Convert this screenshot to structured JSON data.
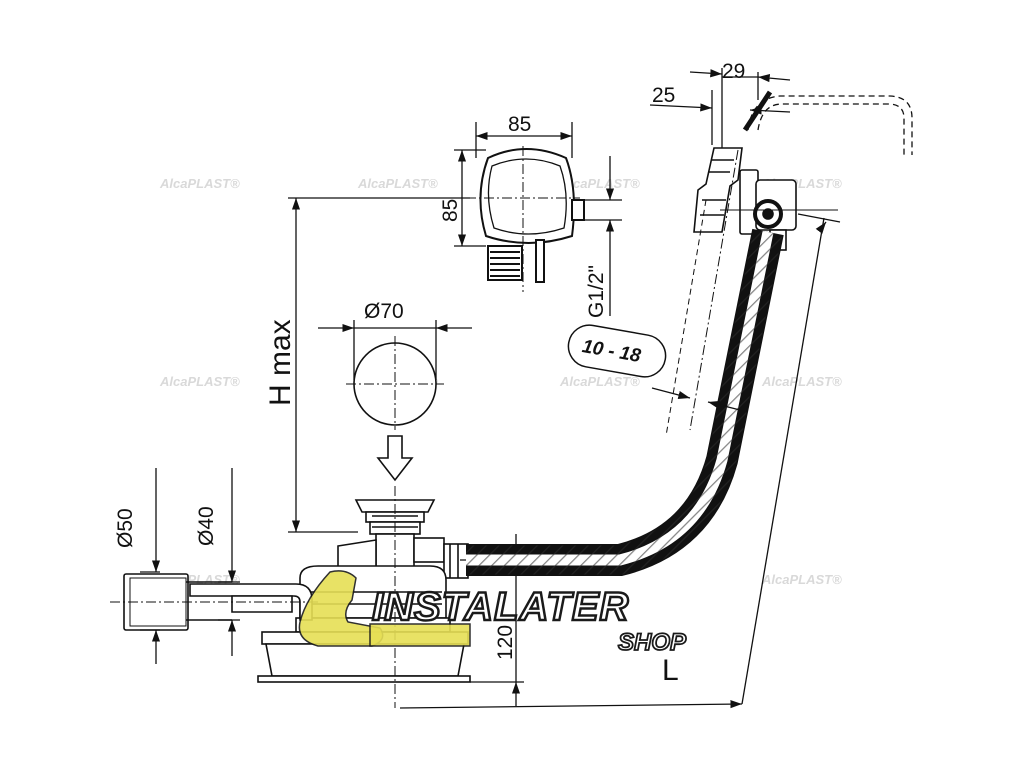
{
  "dimensions": {
    "d29": "29",
    "d25": "25",
    "d85w": "85",
    "d85h": "85",
    "g12": "G1/2\"",
    "d70": "Ø70",
    "hmax": "H max",
    "range": "10 - 18",
    "d50": "Ø50",
    "d40": "Ø40",
    "d120": "120",
    "length": "L"
  },
  "watermark": {
    "text": "AlcaPLAST®"
  },
  "logo": {
    "word1": "INSTALATER",
    "word2": "SHOP",
    "accent_color": "#e6df55"
  }
}
